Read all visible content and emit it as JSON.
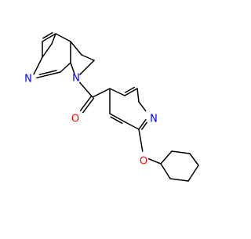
{
  "molecule": {
    "atom_labels": {
      "pyridine_n_left": "N",
      "indoline_n": "N",
      "carbonyl_o": "O",
      "pyridine_n_right": "N",
      "ether_o": "O"
    },
    "colors": {
      "bond": "#000000",
      "nitrogen": "#0000ff",
      "oxygen": "#ff0000",
      "background": "#ffffff"
    }
  }
}
